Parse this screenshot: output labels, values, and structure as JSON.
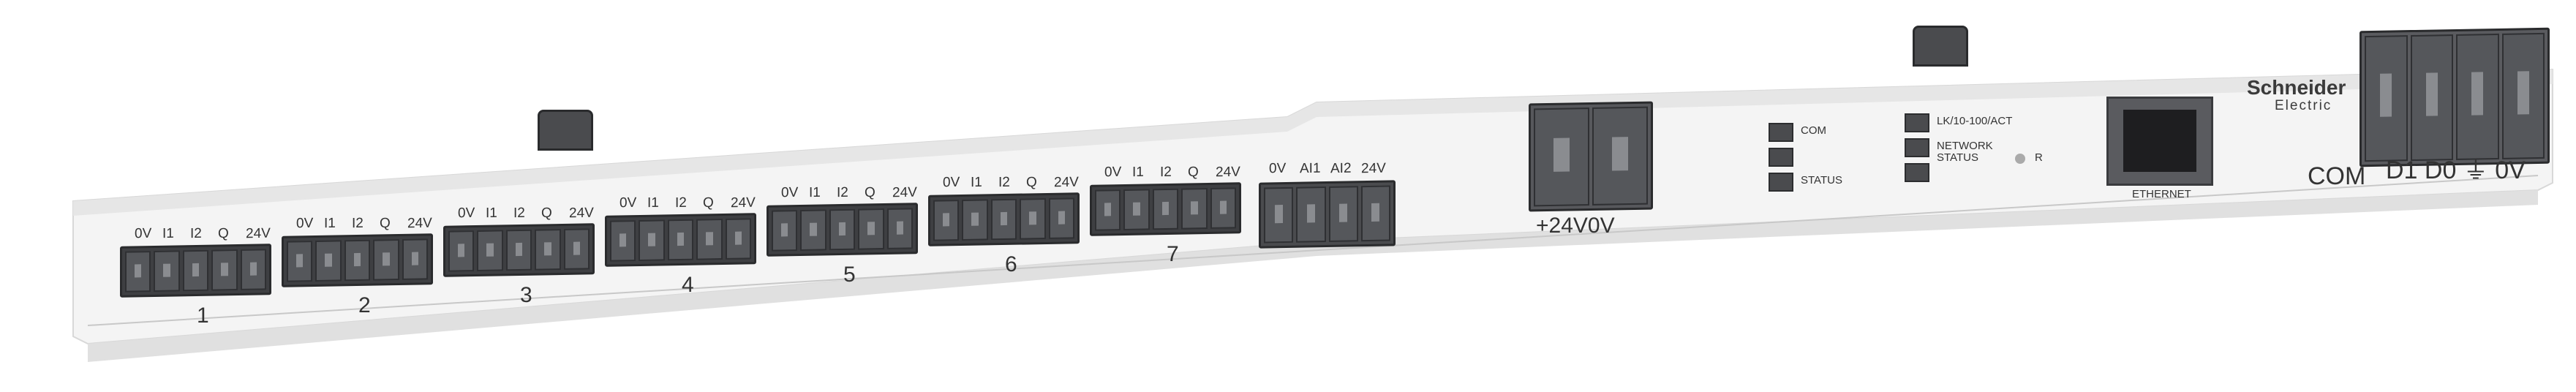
{
  "io_modules": [
    {
      "number": "1",
      "pins": [
        "0V",
        "I1",
        "I2",
        "Q",
        "24V"
      ]
    },
    {
      "number": "2",
      "pins": [
        "0V",
        "I1",
        "I2",
        "Q",
        "24V"
      ]
    },
    {
      "number": "3",
      "pins": [
        "0V",
        "I1",
        "I2",
        "Q",
        "24V"
      ]
    },
    {
      "number": "4",
      "pins": [
        "0V",
        "I1",
        "I2",
        "Q",
        "24V"
      ]
    },
    {
      "number": "5",
      "pins": [
        "0V",
        "I1",
        "I2",
        "Q",
        "24V"
      ]
    },
    {
      "number": "6",
      "pins": [
        "0V",
        "I1",
        "I2",
        "Q",
        "24V"
      ]
    },
    {
      "number": "7",
      "pins": [
        "0V",
        "I1",
        "I2",
        "Q",
        "24V"
      ]
    }
  ],
  "analog_module": {
    "pins": [
      "0V",
      "AI1",
      "AI2",
      "24V"
    ]
  },
  "power": {
    "label": "+24V0V"
  },
  "leds_left": [
    {
      "label": "COM"
    },
    {
      "label": ""
    },
    {
      "label": "STATUS"
    }
  ],
  "leds_right": [
    {
      "label": "LK/10-100/ACT"
    },
    {
      "label": "NETWORK STATUS"
    },
    {
      "label": ""
    }
  ],
  "reset_label": "R",
  "ethernet_label": "ETHERNET",
  "brand": {
    "name": "Schneider",
    "sub": "Electric"
  },
  "com_port": {
    "label": "COM",
    "pins": "D1 D0 ⏚ 0V"
  },
  "colors": {
    "housing": "#f2f2f2",
    "connector": "#3e3f42"
  }
}
